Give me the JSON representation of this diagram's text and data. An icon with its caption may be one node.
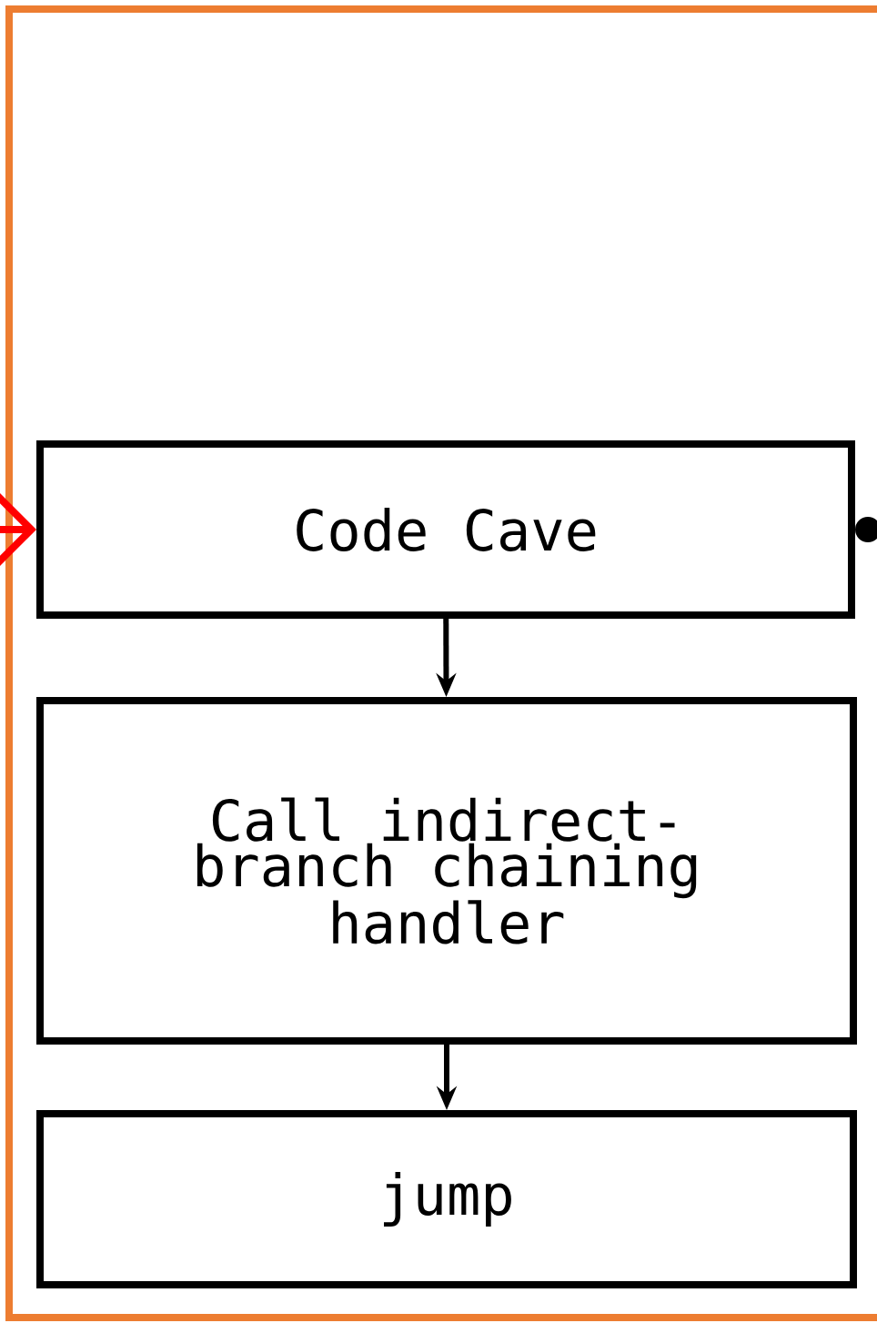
{
  "diagram": {
    "nodes": [
      {
        "text": [],
        "shape": "box"
      },
      {
        "text": [
          "Code Cave"
        ],
        "in": 0
      },
      {
        "text": [
          "Call indirect-branch chaining handler"
        ],
        "in": 0
      },
      {
        "text": [
          "jump"
        ],
        "in": 0
      }
    ],
    "edges": [
      {
        "from": null,
        "to": 1,
        "arrow": "to",
        "color": "#ff0000"
      },
      {
        "from": 1,
        "to": null,
        "arrow": "other"
      },
      {
        "from": 1,
        "to": 2,
        "arrow": "to"
      },
      {
        "from": 2,
        "to": 3,
        "arrow": "to"
      }
    ]
  }
}
